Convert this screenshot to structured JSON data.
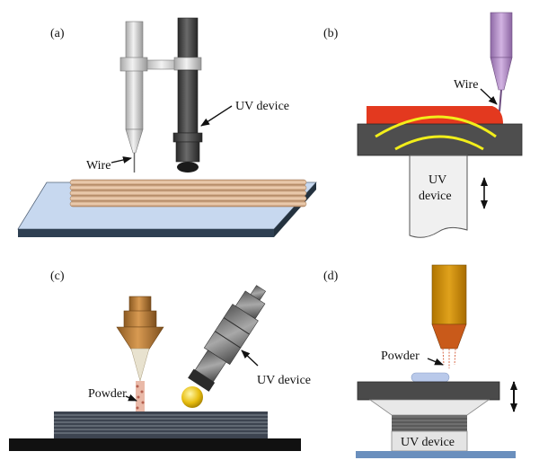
{
  "panels": {
    "a": {
      "tag": "(a)",
      "wire_label": "Wire",
      "uv_label": "UV device"
    },
    "b": {
      "tag": "(b)",
      "wire_label": "Wire",
      "uv_label_line1": "UV",
      "uv_label_line2": "device"
    },
    "c": {
      "tag": "(c)",
      "powder_label": "Powder",
      "uv_label": "UV device"
    },
    "d": {
      "tag": "(d)",
      "powder_label": "Powder",
      "uv_label": "UV device"
    }
  },
  "colors": {
    "substrate_top": "#c7d8ef",
    "substrate_side": "#2e3f52",
    "wire_deposit": "#e3b99a",
    "uv_dark": "#3a3a3a",
    "wire_nozzle": "#c9c9c9",
    "uv_glow": "#f2ee1a",
    "red_layer": "#e3391f",
    "purple_nozzle": "#b088c6",
    "bronze_nozzle": "#b87a34",
    "orange_nozzle": "#cc8a08",
    "uv_lamp_yellow": "#e0b800"
  }
}
